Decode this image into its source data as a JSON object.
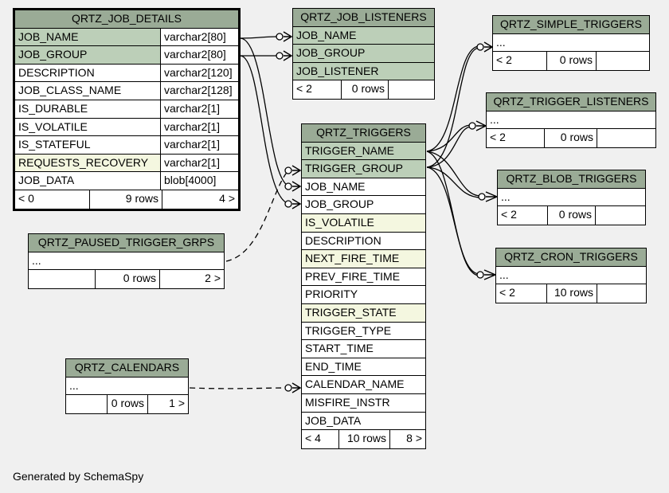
{
  "tables": {
    "job_details": {
      "name": "QRTZ_JOB_DETAILS",
      "columns": [
        {
          "name": "JOB_NAME",
          "type": "varchar2[80]"
        },
        {
          "name": "JOB_GROUP",
          "type": "varchar2[80]"
        },
        {
          "name": "DESCRIPTION",
          "type": "varchar2[120]"
        },
        {
          "name": "JOB_CLASS_NAME",
          "type": "varchar2[128]"
        },
        {
          "name": "IS_DURABLE",
          "type": "varchar2[1]"
        },
        {
          "name": "IS_VOLATILE",
          "type": "varchar2[1]"
        },
        {
          "name": "IS_STATEFUL",
          "type": "varchar2[1]"
        },
        {
          "name": "REQUESTS_RECOVERY",
          "type": "varchar2[1]"
        },
        {
          "name": "JOB_DATA",
          "type": "blob[4000]"
        }
      ],
      "footer": {
        "parents": "< 0",
        "rows": "9 rows",
        "children": "4 >"
      }
    },
    "job_listeners": {
      "name": "QRTZ_JOB_LISTENERS",
      "columns": [
        "JOB_NAME",
        "JOB_GROUP",
        "JOB_LISTENER"
      ],
      "footer": {
        "parents": "< 2",
        "rows": "0 rows",
        "children": ""
      }
    },
    "triggers": {
      "name": "QRTZ_TRIGGERS",
      "columns": [
        "TRIGGER_NAME",
        "TRIGGER_GROUP",
        "JOB_NAME",
        "JOB_GROUP",
        "IS_VOLATILE",
        "DESCRIPTION",
        "NEXT_FIRE_TIME",
        "PREV_FIRE_TIME",
        "PRIORITY",
        "TRIGGER_STATE",
        "TRIGGER_TYPE",
        "START_TIME",
        "END_TIME",
        "CALENDAR_NAME",
        "MISFIRE_INSTR",
        "JOB_DATA"
      ],
      "footer": {
        "parents": "< 4",
        "rows": "10 rows",
        "children": "8 >"
      }
    },
    "simple_triggers": {
      "name": "QRTZ_SIMPLE_TRIGGERS",
      "body": "...",
      "footer": {
        "parents": "< 2",
        "rows": "0 rows",
        "children": ""
      }
    },
    "trigger_listeners": {
      "name": "QRTZ_TRIGGER_LISTENERS",
      "body": "...",
      "footer": {
        "parents": "< 2",
        "rows": "0 rows",
        "children": ""
      }
    },
    "blob_triggers": {
      "name": "QRTZ_BLOB_TRIGGERS",
      "body": "...",
      "footer": {
        "parents": "< 2",
        "rows": "0 rows",
        "children": ""
      }
    },
    "cron_triggers": {
      "name": "QRTZ_CRON_TRIGGERS",
      "body": "...",
      "footer": {
        "parents": "< 2",
        "rows": "10 rows",
        "children": ""
      }
    },
    "paused_trigger_grps": {
      "name": "QRTZ_PAUSED_TRIGGER_GRPS",
      "body": "...",
      "footer": {
        "parents": "",
        "rows": "0 rows",
        "children": "2 >"
      }
    },
    "calendars": {
      "name": "QRTZ_CALENDARS",
      "body": "...",
      "footer": {
        "parents": "",
        "rows": "0 rows",
        "children": "1 >"
      }
    }
  },
  "colors": {
    "background": "#f0f0f0",
    "header": "#9aab96",
    "primary_key": "#bccfb8",
    "indexed": "#f4f7e0"
  },
  "footer_text": "Generated by SchemaSpy"
}
